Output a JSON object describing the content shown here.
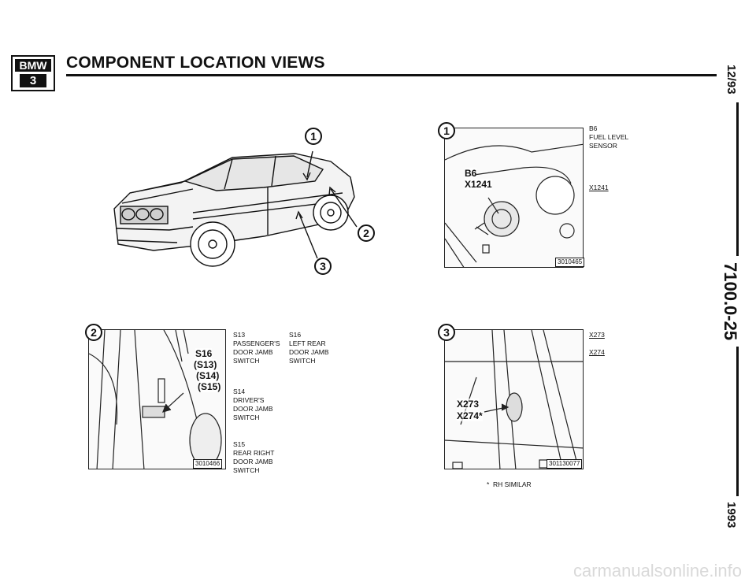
{
  "header": {
    "logo_top": "BMW",
    "logo_bottom": "3",
    "title": "COMPONENT LOCATION VIEWS"
  },
  "sidebar": {
    "date": "12/93",
    "section": "7100.0-25",
    "year": "1993"
  },
  "overview": {
    "callouts": [
      "1",
      "2",
      "3"
    ]
  },
  "view1": {
    "number": "1",
    "labels": [
      "B6",
      "X1241"
    ],
    "image_id": "3010465",
    "legend": [
      {
        "code": "B6",
        "desc": [
          "FUEL LEVEL",
          "SENSOR"
        ]
      },
      {
        "code": "X1241",
        "desc": []
      }
    ]
  },
  "view2": {
    "number": "2",
    "labels": [
      "S16",
      "(S13)",
      "(S14)",
      "(S15)"
    ],
    "image_id": "3010466",
    "legend_col1": [
      {
        "code": "S13",
        "desc": [
          "PASSENGER'S",
          "DOOR JAMB",
          "SWITCH"
        ]
      },
      {
        "code": "S14",
        "desc": [
          "DRIVER'S",
          "DOOR JAMB",
          "SWITCH"
        ]
      },
      {
        "code": "S15",
        "desc": [
          "REAR RIGHT",
          "DOOR JAMB",
          "SWITCH"
        ]
      }
    ],
    "legend_col2": [
      {
        "code": "S16",
        "desc": [
          "LEFT REAR",
          "DOOR JAMB",
          "SWITCH"
        ]
      }
    ]
  },
  "view3": {
    "number": "3",
    "labels": [
      "X273",
      "X274*"
    ],
    "image_id": "301130077",
    "legend": [
      "X273",
      "X274"
    ],
    "footnote": "*  RH SIMILAR"
  },
  "watermark": "carmanualsonline.info"
}
